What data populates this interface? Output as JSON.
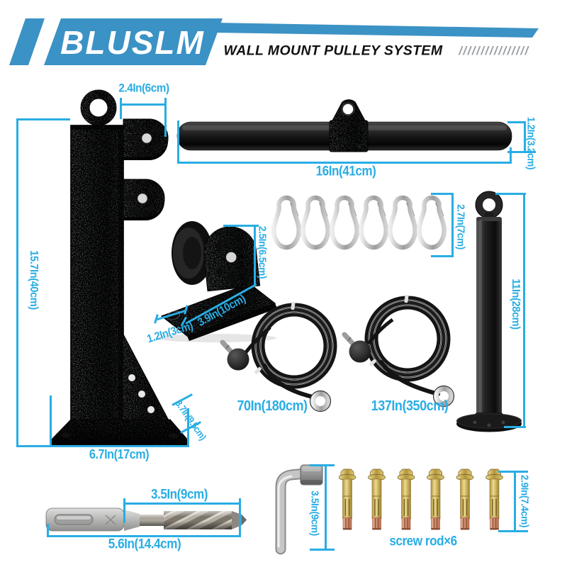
{
  "brand": {
    "name": "BLUSLM"
  },
  "header": {
    "title": "WALL MOUNT PULLEY SYSTEM",
    "slashes": "////////////////"
  },
  "colors": {
    "banner_blue": "#3b92c4",
    "dimension_cyan": "#29ade4"
  },
  "dimensions": {
    "bracket_tab": "2.4In(6cm)",
    "bracket_height": "15.7In(40cm)",
    "bracket_base": "6.7In(17cm)",
    "bracket_base_depth": "3.7In(9.5cm)",
    "bar_length": "16In(41cm)",
    "bar_diameter": "1.2In(3.2cm)",
    "carabiner_length": "2.7In(7cm)",
    "pulley_height": "2.5In(6.5cm)",
    "pulley_base_length": "3.9In(10cm)",
    "pulley_base_width": "1.2In(3cm)",
    "pin_height": "11In(28cm)",
    "cable_short_length": "70In(180cm)",
    "cable_long_length": "137In(350cm)",
    "drill_flute_length": "3.5In(9cm)",
    "drill_total_length": "5.6In(14.4cm)",
    "wrench_length": "3.5In(9cm)",
    "screw_length": "2.9In(7.4cm)"
  },
  "labels": {
    "screw_rods": "screw rod×6"
  },
  "parts": {
    "wall_bracket": "wall mount bracket",
    "pulldown_bar": "lat pulldown bar",
    "carabiners": "snap hook carabiners x6",
    "pulley": "pulley block",
    "loading_pin": "loading pin",
    "cable_short": "steel cable short",
    "cable_long": "steel cable long",
    "drill_bit": "masonry drill bit",
    "wrench": "socket wrench",
    "screw_rods": "expansion screw rods x6"
  }
}
